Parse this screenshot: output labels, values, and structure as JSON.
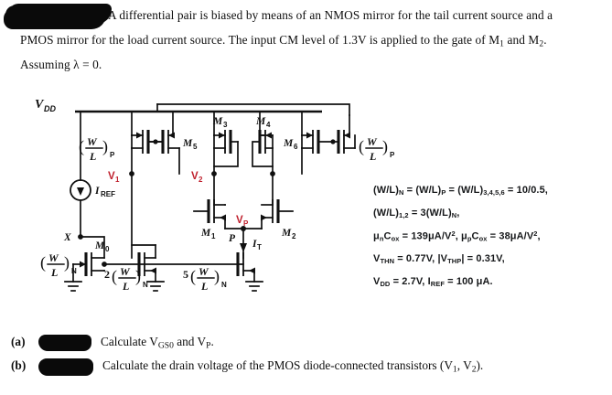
{
  "document": {
    "type": "engineering-problem-sheet",
    "statement": {
      "line1": "A differential pair is biased by means of an NMOS mirror for the tail current source and a",
      "line2": "PMOS mirror for the load current source. The input CM level of 1.3V is applied to the gate of M₁ and M₂.",
      "line3": "Assuming λ =  0.",
      "redaction_note": "redacted-black-blob"
    },
    "questions": [
      {
        "label": "(a)",
        "text": "Calculate V",
        "sub1": "GS0",
        "mid": " and V",
        "sub2": "P",
        "tail": ".",
        "full": "Calculate VGS0 and VP."
      },
      {
        "label": "(b)",
        "text": "Calculate the drain voltage of the PMOS diode-connected transistors (V",
        "sub1": "1",
        "mid": ", V",
        "sub2": "2",
        "tail": ").",
        "full": "Calculate the drain voltage of the PMOS diode-connected transistors (V1, V2)."
      }
    ]
  },
  "parameters": [
    {
      "id": "ratios-main",
      "text": "(W/L)N = (W/L)P = (W/L)3,4,5,6 = 10/0.5,"
    },
    {
      "id": "ratios-12",
      "text": "(W/L)1,2 = 3(W/L)N,"
    },
    {
      "id": "process-k",
      "text": "μnCox = 139μA/V2, μpCox = 38μA/V2,"
    },
    {
      "id": "thresholds",
      "text": "VTHN = 0.77V, |VTHP| = 0.31V,"
    },
    {
      "id": "supply",
      "text": "VDD = 2.7V, IREF = 100 μA."
    }
  ],
  "schematic": {
    "title": "differential-pair-with-nmos-tail-mirror-and-pmos-load-mirror",
    "supply_rail_label": "V",
    "supply_rail_sub": "DD",
    "current_source_label": "I",
    "current_source_sub": "REF",
    "tail_current_label": "I",
    "tail_current_sub": "T",
    "nodes": [
      {
        "name": "X",
        "label": "X",
        "color": "#101010"
      },
      {
        "name": "V1",
        "label": "V",
        "sub": "1",
        "color": "#bf1f2c"
      },
      {
        "name": "V2",
        "label": "V",
        "sub": "2",
        "color": "#bf1f2c"
      },
      {
        "name": "VP",
        "label": "V",
        "sub": "P",
        "color": "#bf1f2c"
      },
      {
        "name": "P",
        "label": "P",
        "color": "#101010"
      }
    ],
    "transistors": [
      {
        "name": "M0",
        "label": "M",
        "sub": "0",
        "type": "nmos-diode"
      },
      {
        "name": "M1",
        "label": "M",
        "sub": "1",
        "type": "nmos"
      },
      {
        "name": "M2",
        "label": "M",
        "sub": "2",
        "type": "nmos"
      },
      {
        "name": "M3",
        "label": "M",
        "sub": "3",
        "type": "pmos"
      },
      {
        "name": "M4",
        "label": "M",
        "sub": "4",
        "type": "pmos"
      },
      {
        "name": "M5",
        "label": "M",
        "sub": "5",
        "type": "pmos"
      },
      {
        "name": "M6",
        "label": "M",
        "sub": "6",
        "type": "pmos"
      }
    ],
    "size_labels": [
      {
        "id": "wl-p-left",
        "num": "W",
        "den": "L",
        "sub": "P",
        "mult": ""
      },
      {
        "id": "wl-p-right",
        "num": "W",
        "den": "L",
        "sub": "P",
        "mult": ""
      },
      {
        "id": "wl-n-left",
        "num": "W",
        "den": "L",
        "sub": "N",
        "mult": ""
      },
      {
        "id": "wl-n-2x",
        "num": "W",
        "den": "L",
        "sub": "N",
        "mult": "2"
      },
      {
        "id": "wl-n-5x",
        "num": "W",
        "den": "L",
        "sub": "N",
        "mult": "5"
      }
    ]
  },
  "colors": {
    "ink": "#101010",
    "annotation_red": "#bf1f2c",
    "paper": "#ffffff"
  }
}
